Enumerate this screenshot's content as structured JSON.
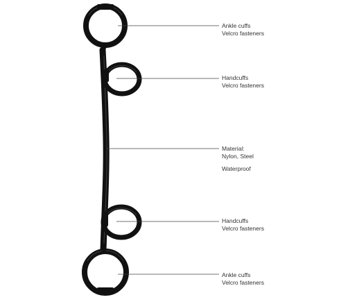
{
  "colors": {
    "strap": "#111111",
    "strap_highlight": "#3a3a3a",
    "leader_line": "#444444",
    "text": "#333333",
    "background": "#ffffff"
  },
  "callouts": [
    {
      "id": "ankle-cuff-top",
      "lines": [
        "Ankle cuffs",
        "Velcro fasteners"
      ]
    },
    {
      "id": "handcuff-top",
      "lines": [
        "Handcuffs",
        "Velcro fasteners"
      ]
    },
    {
      "id": "material",
      "lines": [
        "Material:",
        "Nylon, Steel",
        "",
        "Waterproof"
      ]
    },
    {
      "id": "handcuff-bottom",
      "lines": [
        "Handcuffs",
        "Velcro fasteners"
      ]
    },
    {
      "id": "ankle-cuff-bottom",
      "lines": [
        "Ankle cuffs",
        "Velcro fasteners"
      ]
    }
  ]
}
